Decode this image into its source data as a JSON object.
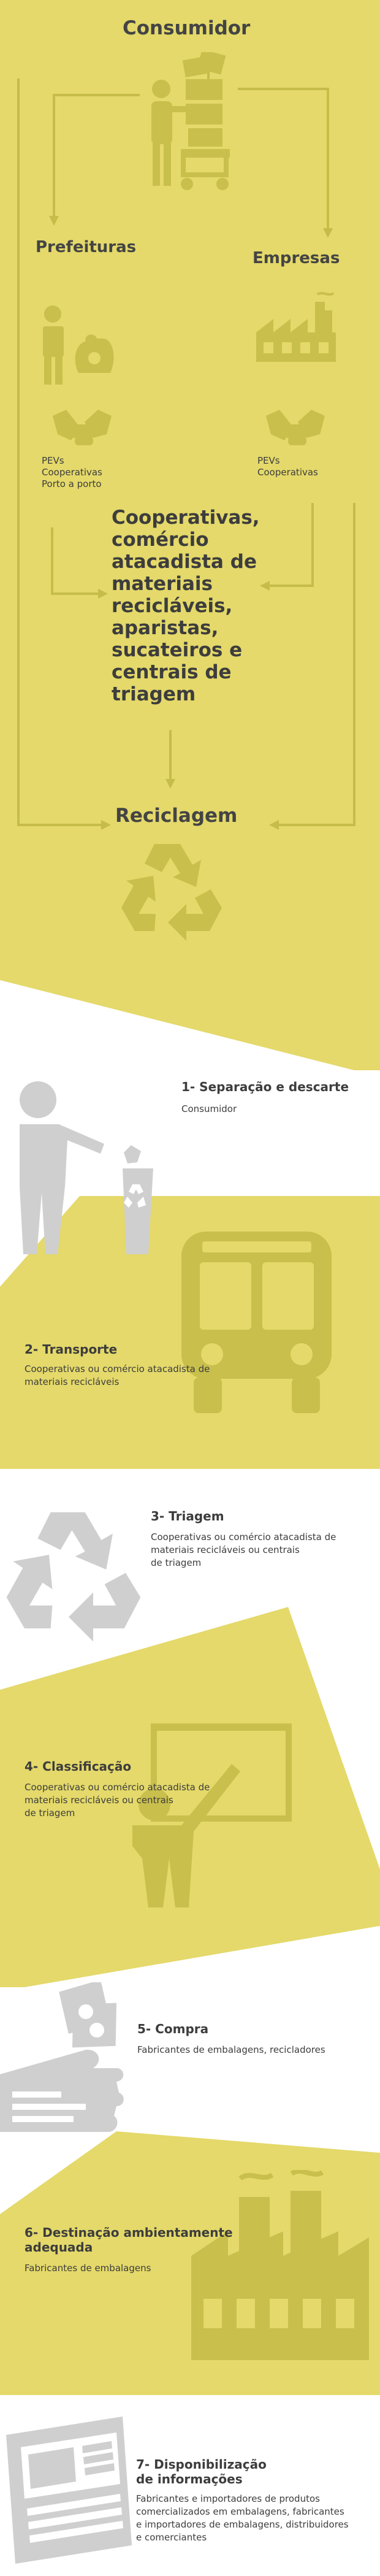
{
  "top": {
    "consumidor": "Consumidor",
    "prefeituras": "Prefeituras",
    "empresas": "Empresas",
    "pevs_left": [
      "PEVs",
      "Cooperativas",
      "Porto a porto"
    ],
    "pevs_right": [
      "PEVs",
      "Cooperativas"
    ],
    "coop_block": [
      "Cooperativas,",
      "comércio",
      "atacadista de",
      "materiais",
      "recicláveis,",
      "aparistas,",
      "sucateiros e",
      "centrais de",
      "triagem"
    ],
    "reciclagem": "Reciclagem"
  },
  "steps": [
    {
      "title": "1- Separação e descarte",
      "desc": [
        "Consumidor"
      ]
    },
    {
      "title": "2- Transporte",
      "desc": [
        "Cooperativas ou comércio atacadista de",
        "materiais recicláveis"
      ]
    },
    {
      "title": "3- Triagem",
      "desc": [
        "Cooperativas ou comércio atacadista de",
        "materiais recicláveis ou centrais",
        "de triagem"
      ]
    },
    {
      "title": "4- Classificação",
      "desc": [
        "Cooperativas ou comércio atacadista de",
        "materiais recicláveis ou centrais",
        "de triagem"
      ]
    },
    {
      "title": "5- Compra",
      "desc": [
        "Fabricantes de embalagens, recicladores"
      ]
    },
    {
      "title": [
        "6- Destinação ambientamente",
        "adequada"
      ],
      "desc": [
        "Fabricantes de embalagens"
      ]
    },
    {
      "title": [
        "7- Disponibilização",
        "de informações"
      ],
      "desc": [
        "Fabricantes e importadores de produtos",
        "comercializados em embalagens, fabricantes",
        "e importadores de embalagens, distribuidores",
        "e comerciantes"
      ]
    }
  ],
  "colors": {
    "yellow": "#e4d96a",
    "dark_yellow": "#c9bf4c",
    "gray": "#cfcfcf",
    "text": "#3d3d3d"
  }
}
